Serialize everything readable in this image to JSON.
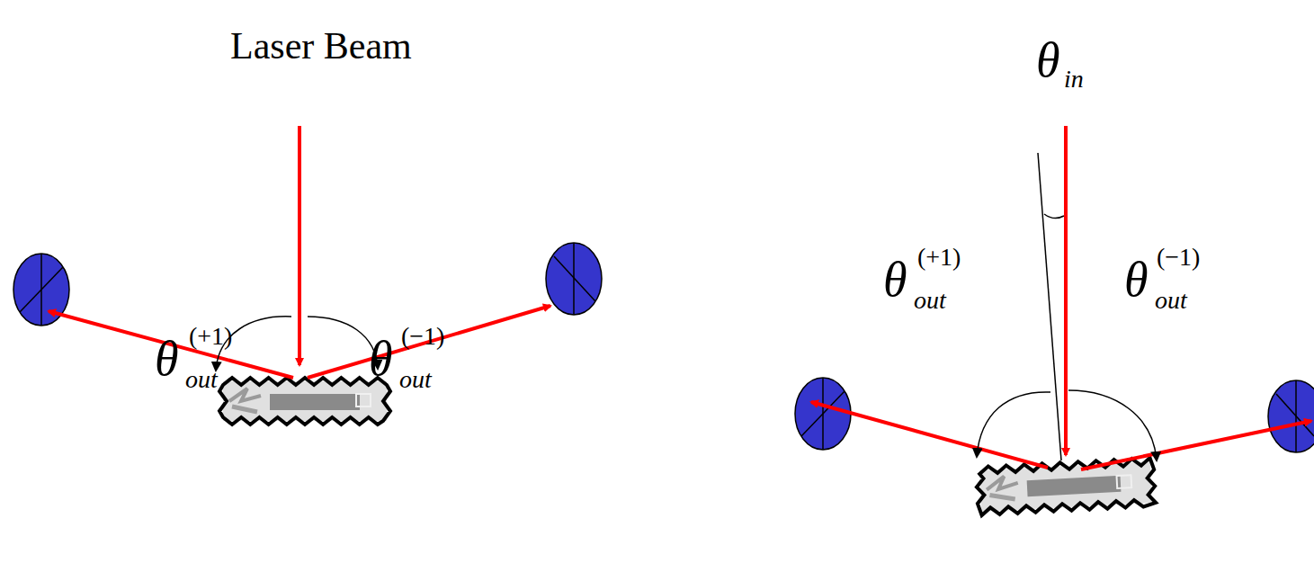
{
  "diagram": {
    "labels": [
      "Laser Beam",
      "θ",
      "out",
      "(+1)",
      "θ",
      "out",
      "(−1)",
      "θ",
      "in",
      "θ",
      "out",
      "(+1)",
      "θ",
      "out",
      "(−1)"
    ]
  }
}
